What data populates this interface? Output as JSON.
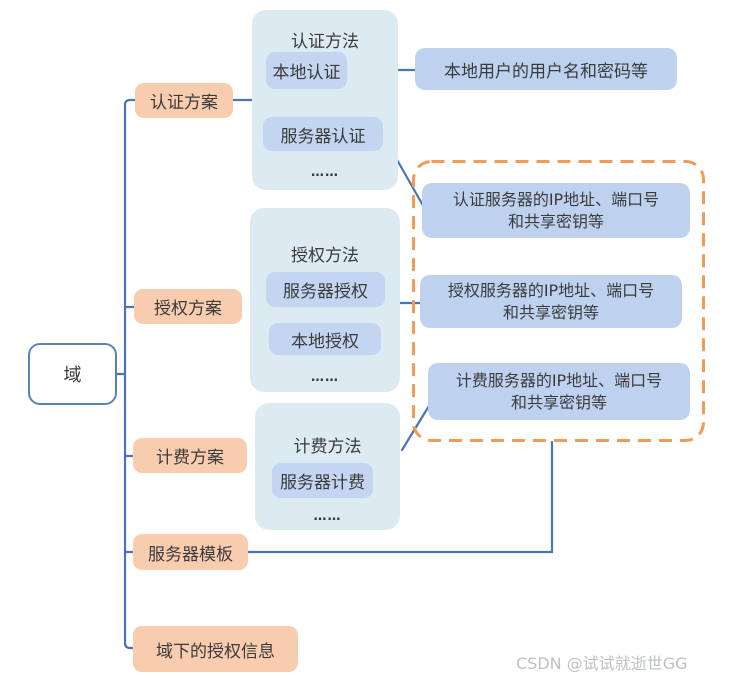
{
  "colors": {
    "scheme_fill": "#f8ccae",
    "group_fill": "#dcebf2",
    "chip_fill": "#c3d5f0",
    "note_fill": "#bed2ef",
    "wire_blue": "#4a74b4",
    "dashed_orange": "#f09c58",
    "root_border": "#5b82b8"
  },
  "root": {
    "label": "域"
  },
  "schemes": {
    "auth": "认证方案",
    "authz": "授权方案",
    "acct": "计费方案",
    "server_template": "服务器模板",
    "domain_authz_info": "域下的授权信息"
  },
  "auth_methods": {
    "title": "认证方法",
    "local": "本地认证",
    "server": "服务器认证",
    "ellipsis": "……"
  },
  "authz_methods": {
    "title": "授权方法",
    "server": "服务器授权",
    "local": "本地授权",
    "ellipsis": "……"
  },
  "acct_methods": {
    "title": "计费方法",
    "server": "服务器计费",
    "ellipsis": "……"
  },
  "notes": {
    "local_user": "本地用户的用户名和密码等",
    "auth_server": {
      "line1": "认证服务器的IP地址、端口号",
      "line2": "和共享密钥等"
    },
    "authz_server": {
      "line1": "授权服务器的IP地址、端口号",
      "line2": "和共享密钥等"
    },
    "acct_server": {
      "line1": "计费服务器的IP地址、端口号",
      "line2": "和共享密钥等"
    }
  },
  "watermark": "CSDN @试试就逝世GG"
}
